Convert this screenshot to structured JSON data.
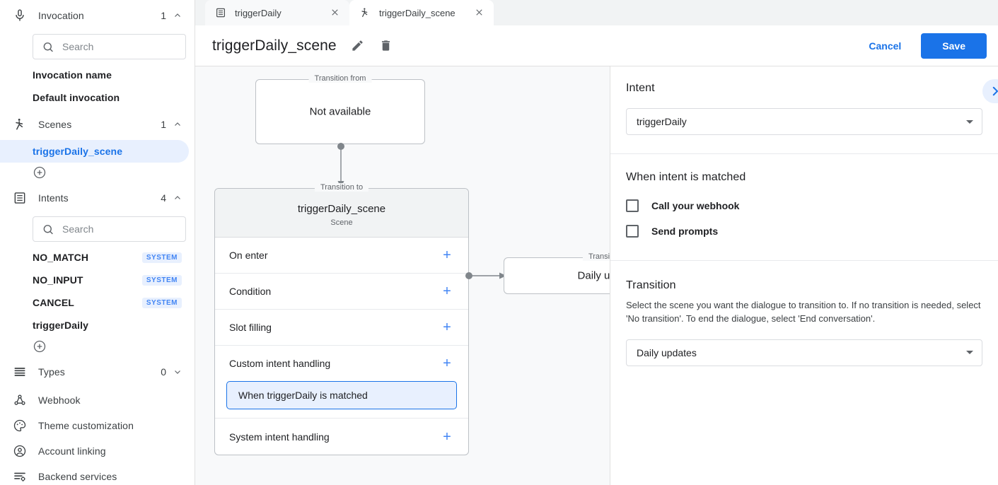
{
  "sidebar": {
    "groups": [
      {
        "icon": "microphone-icon",
        "label": "Invocation",
        "count": "1",
        "chevron": "up"
      },
      {
        "icon": "scenes-icon",
        "label": "Scenes",
        "count": "1",
        "chevron": "up"
      },
      {
        "icon": "intents-icon",
        "label": "Intents",
        "count": "4",
        "chevron": "up"
      },
      {
        "icon": "types-icon",
        "label": "Types",
        "count": "0",
        "chevron": "down"
      }
    ],
    "invocation_search_placeholder": "Search",
    "invocation_items": [
      {
        "label": "Invocation name"
      },
      {
        "label": "Default invocation"
      }
    ],
    "scene_items": [
      {
        "label": "triggerDaily_scene",
        "selected": true
      }
    ],
    "intents_search_placeholder": "Search",
    "intent_items": [
      {
        "label": "NO_MATCH",
        "badge": "SYSTEM"
      },
      {
        "label": "NO_INPUT",
        "badge": "SYSTEM"
      },
      {
        "label": "CANCEL",
        "badge": "SYSTEM"
      },
      {
        "label": "triggerDaily",
        "badge": ""
      }
    ],
    "nav_items": [
      {
        "icon": "webhook-icon",
        "label": "Webhook"
      },
      {
        "icon": "palette-icon",
        "label": "Theme customization"
      },
      {
        "icon": "account-icon",
        "label": "Account linking"
      },
      {
        "icon": "backend-icon",
        "label": "Backend services"
      }
    ],
    "add_scene_label": "add-scene",
    "add_intent_label": "add-intent"
  },
  "tabs": [
    {
      "icon": "intent-tab-icon",
      "title": "triggerDaily",
      "active": false
    },
    {
      "icon": "scene-tab-icon",
      "title": "triggerDaily_scene",
      "active": true
    }
  ],
  "header": {
    "title": "triggerDaily_scene",
    "edit_icon": "pencil-icon",
    "delete_icon": "trash-icon",
    "cancel_label": "Cancel",
    "save_label": "Save"
  },
  "canvas": {
    "from_node": {
      "legend": "Transition from",
      "label": "Not available"
    },
    "scene_node": {
      "legend": "Transition to",
      "name": "triggerDaily_scene",
      "subtitle": "Scene",
      "rows": [
        {
          "label": "On enter",
          "add": "+"
        },
        {
          "label": "Condition",
          "add": "+"
        },
        {
          "label": "Slot filling",
          "add": "+"
        },
        {
          "label": "Custom intent handling",
          "add": "+"
        },
        {
          "label": "System intent handling",
          "add": "+"
        }
      ],
      "handler_chip": "When triggerDaily is matched"
    },
    "target_node": {
      "legend": "Transition to",
      "label": "Daily updates"
    }
  },
  "panel": {
    "intent": {
      "heading": "Intent",
      "selected": "triggerDaily"
    },
    "when_matched": {
      "heading": "When intent is matched",
      "checkboxes": [
        {
          "label": "Call your webhook",
          "checked": false
        },
        {
          "label": "Send prompts",
          "checked": false
        }
      ]
    },
    "transition": {
      "heading": "Transition",
      "description": "Select the scene you want the dialogue to transition to. If no transition is needed, select 'No transition'. To end the dialogue, select 'End conversation'.",
      "selected": "Daily updates"
    },
    "collapse_icon": "chevron-right-icon"
  },
  "colors": {
    "accent": "#1a73e8",
    "accent_soft": "#e8f0fe",
    "canvas_bg": "#f8f9fa",
    "border": "#dadce0"
  }
}
